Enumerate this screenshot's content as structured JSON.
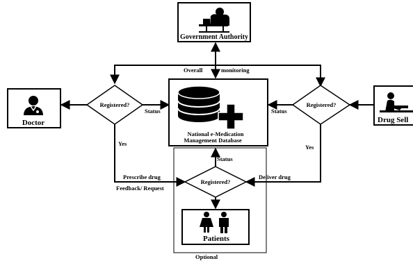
{
  "nodes": {
    "government": "Government Authority",
    "doctor": "Doctor",
    "drug_seller": "Drug Sell",
    "database_line1": "National e-Medication",
    "database_line2": "Management Database",
    "patients": "Patients"
  },
  "decisions": {
    "left": "Registered?",
    "right": "Registered?",
    "center": "Registered?"
  },
  "edge_labels": {
    "overall": "Overall",
    "monitoring": "monitoring",
    "status_left": "Status",
    "status_right": "Status",
    "status_center": "Status",
    "yes_left": "Yes",
    "yes_right": "Yes",
    "prescribe": "Prescribe drug",
    "feedback": "Feedback/ Request",
    "deliver": "Deliver drug",
    "optional": "Optional"
  },
  "icons": [
    "government-officer-icon",
    "doctor-icon",
    "drug-seller-icon",
    "database-plus-icon",
    "patients-icon"
  ]
}
